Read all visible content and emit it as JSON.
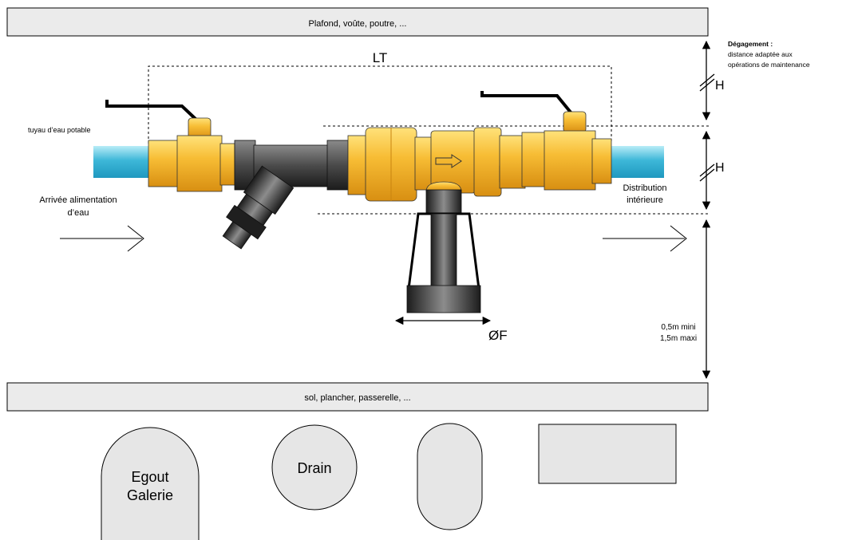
{
  "surfaces": {
    "ceiling": "Plafond, voûte, poutre, ...",
    "floor": "sol, plancher, passerelle, ..."
  },
  "clearance": {
    "title": "Dégagement :",
    "line1": "distance adaptée aux",
    "line2": "opérations de maintenance"
  },
  "dimensions": {
    "lt": "LT",
    "h_top": "H",
    "h_mid": "H",
    "diameter": "ØF",
    "height_min": "0,5m mini",
    "height_max": "1,5m maxi"
  },
  "labels": {
    "pipe": "tuyau d’eau potable",
    "inlet_line1": "Arrivée alimentation",
    "inlet_line2": "d’eau",
    "outlet_line1": "Distribution",
    "outlet_line2": "intérieure"
  },
  "underground": {
    "sewer_line1": "Egout",
    "sewer_line2": "Galerie",
    "drain": "Drain"
  },
  "colors": {
    "brass": "#f5b731",
    "brass_dark": "#d88f12",
    "brass_light": "#ffd95a",
    "pipe_blue": "#3db7d8",
    "pipe_light": "#b8ecf7",
    "dark_grey": "#3a3a3a",
    "surface_fill": "#ebebeb",
    "underground_fill": "#e6e6e6"
  }
}
